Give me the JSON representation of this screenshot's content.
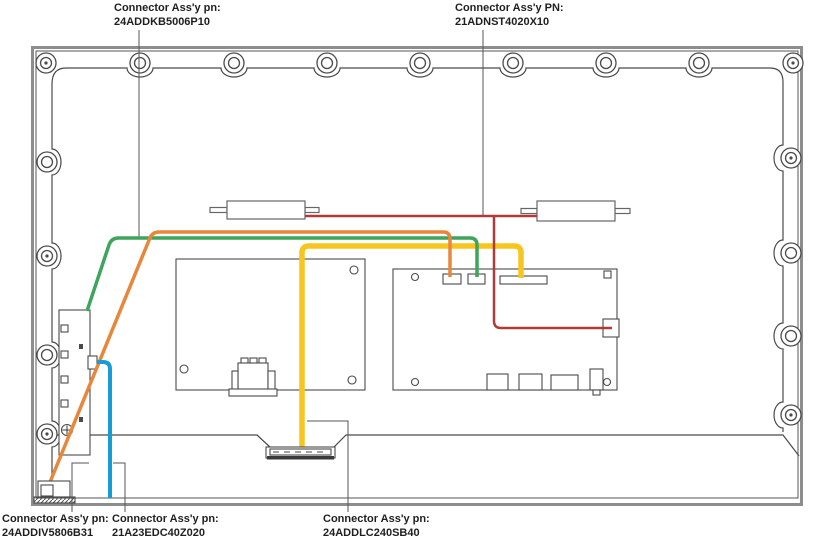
{
  "diagram": {
    "title": "TV back panel connector assembly diagram",
    "labels": {
      "top_left": {
        "line1": "Connector Ass'y pn:",
        "line2": "24ADDKB5006P10"
      },
      "top_right": {
        "line1": "Connector Ass'y PN:",
        "line2": "21ADNST4020X10"
      },
      "bottom_left_1": {
        "line1": "Connector Ass'y pn:",
        "line2": "24ADDIV5806B31"
      },
      "bottom_left_2": {
        "line1": "Connector Ass'y pn:",
        "line2": "21A23EDC40Z020"
      },
      "bottom_center": {
        "line1": "Connector Ass'y pn:",
        "line2": "24ADDLC240SB40"
      }
    },
    "wire_colors": {
      "green": "#3fa45c",
      "orange": "#e8873c",
      "yellow": "#f7c51e",
      "red": "#b03a3a",
      "blue": "#189cd8"
    },
    "frame_color": "#8d8d8d",
    "line_color": "#4a4a4a"
  }
}
